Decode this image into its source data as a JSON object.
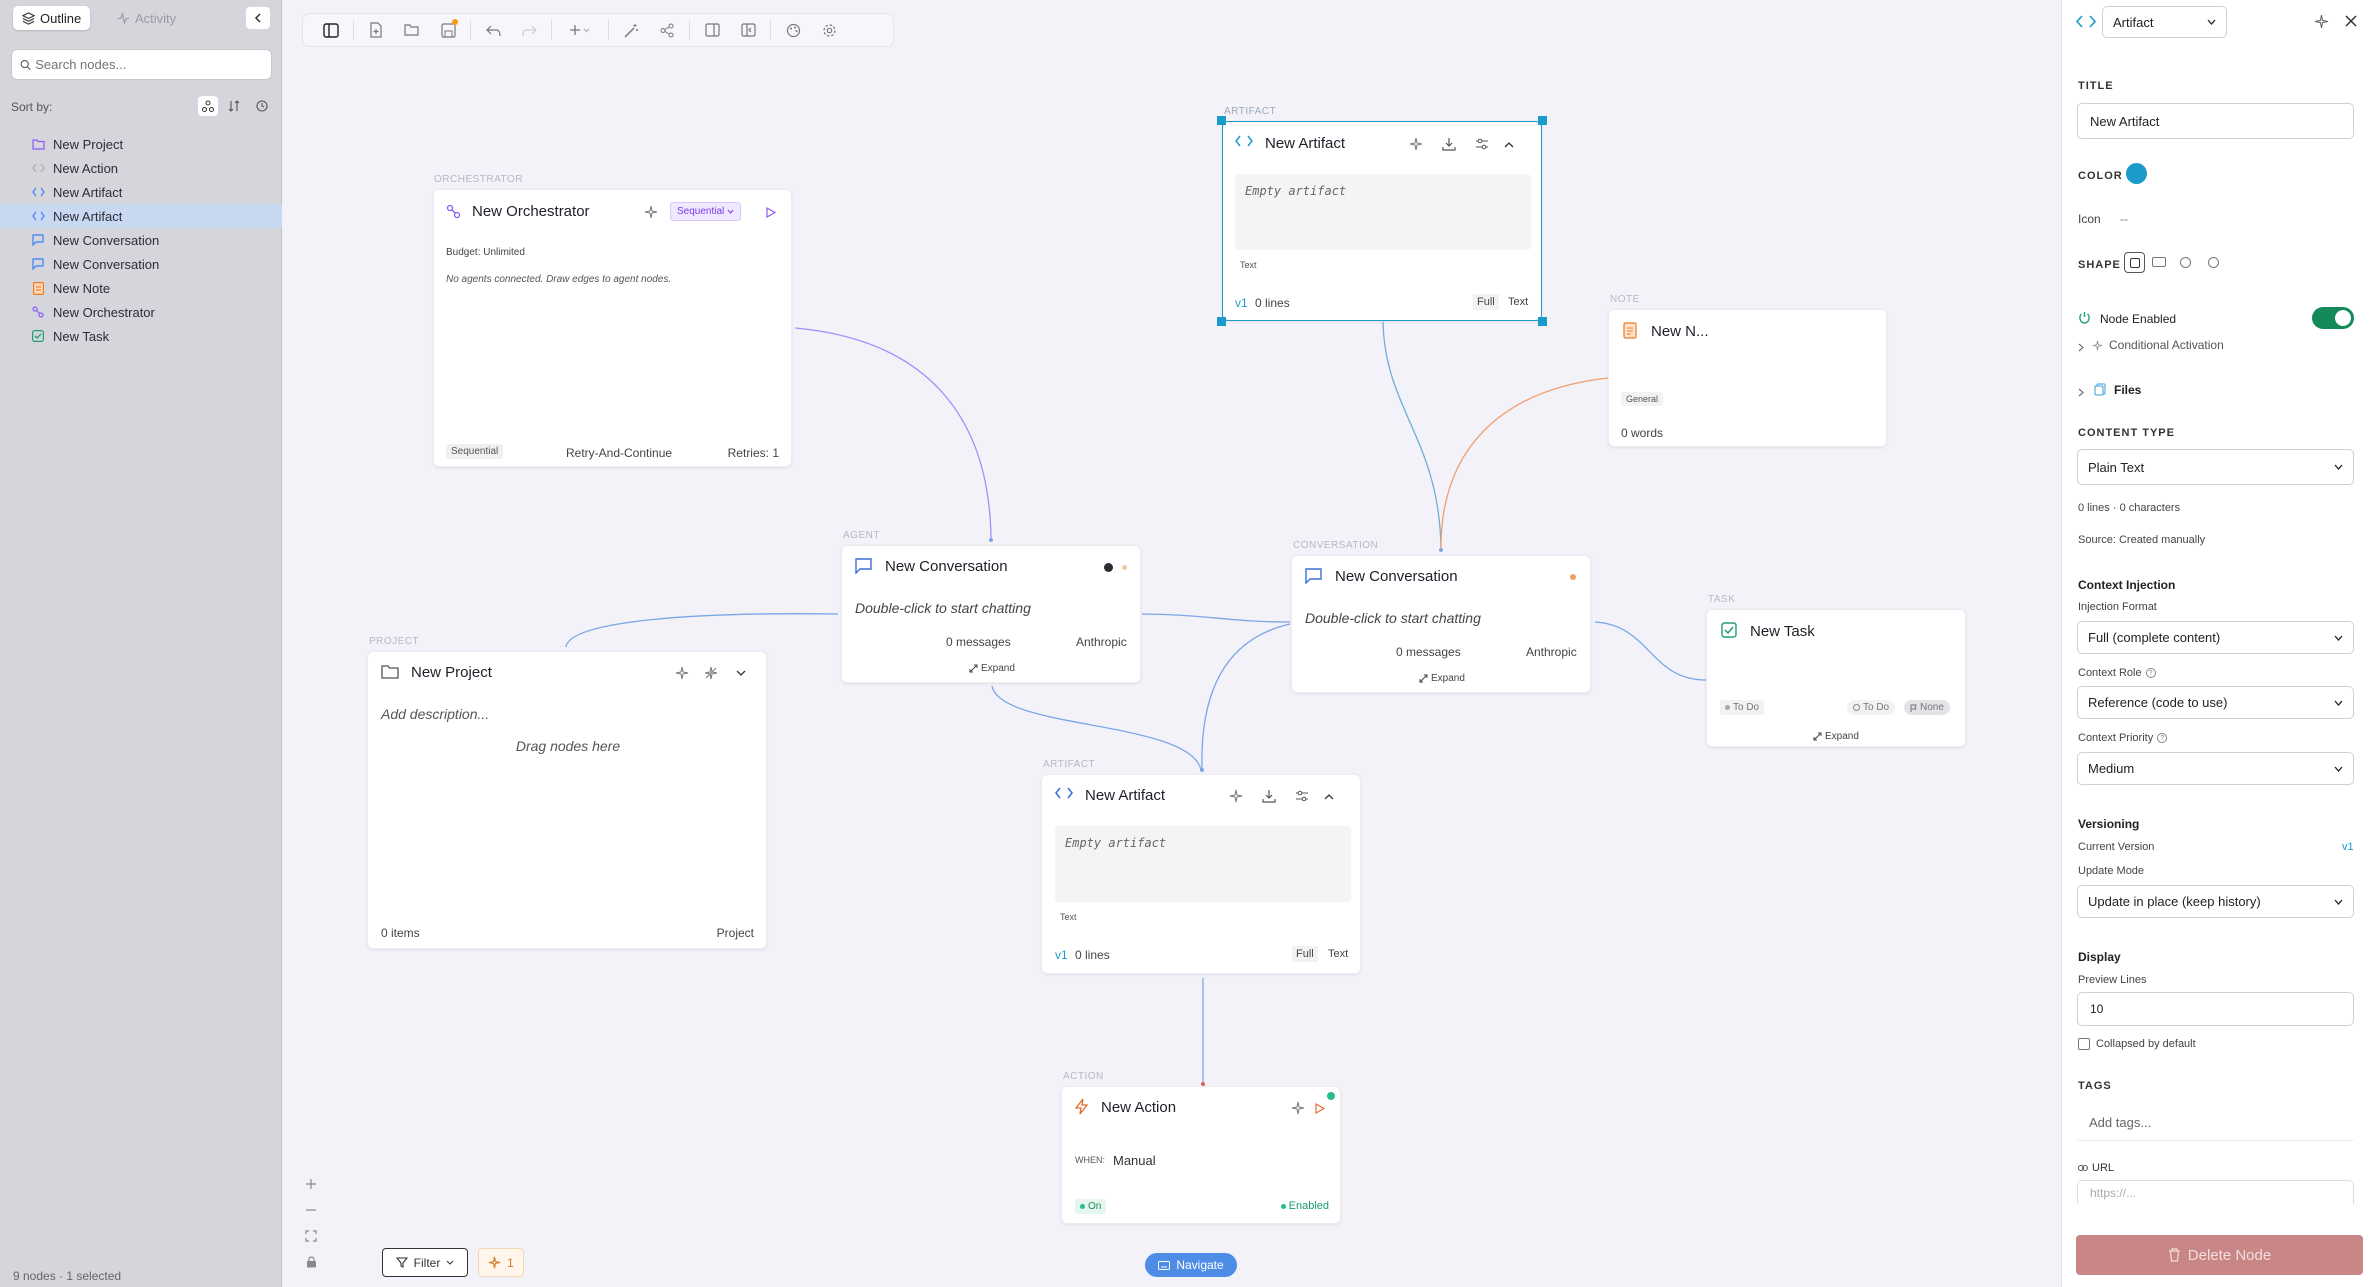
{
  "sidebar": {
    "tab_outline": "Outline",
    "tab_activity": "Activity",
    "search_placeholder": "Search nodes...",
    "sort_label": "Sort by:",
    "items": [
      {
        "label": "New Project",
        "icon": "folder-icon",
        "color": "#8b5cf6"
      },
      {
        "label": "New Action",
        "icon": "action-icon",
        "color": "#aaaaaa"
      },
      {
        "label": "New Artifact",
        "icon": "code-icon",
        "color": "#3b82f6"
      },
      {
        "label": "New Artifact",
        "icon": "code-icon",
        "color": "#3b82f6"
      },
      {
        "label": "New Conversation",
        "icon": "chat-icon",
        "color": "#3b82f6"
      },
      {
        "label": "New Conversation",
        "icon": "chat-icon",
        "color": "#3b82f6"
      },
      {
        "label": "New Note",
        "icon": "note-icon",
        "color": "#f97316"
      },
      {
        "label": "New Orchestrator",
        "icon": "orchestrator-icon",
        "color": "#8b5cf6"
      },
      {
        "label": "New Task",
        "icon": "task-icon",
        "color": "#22a06b"
      }
    ],
    "status": "9 nodes · 1 selected"
  },
  "canvas": {
    "orchestrator": {
      "label": "ORCHESTRATOR",
      "title": "New Orchestrator",
      "mode": "Sequential",
      "budget": "Budget: Unlimited",
      "empty_text": "No agents connected. Draw edges to agent nodes.",
      "footer_mode": "Sequential",
      "footer_policy": "Retry-And-Continue",
      "footer_retries": "Retries: 1"
    },
    "artifact_top": {
      "label": "ARTIFACT",
      "title": "New Artifact",
      "body": "Empty artifact",
      "tag": "Text",
      "version": "v1",
      "lines": "0 lines",
      "full": "Full",
      "text": "Text"
    },
    "note": {
      "label": "NOTE",
      "title": "New N...",
      "tag": "General",
      "words": "0 words"
    },
    "agent": {
      "label": "AGENT",
      "title": "New Conversation",
      "prompt": "Double-click to start chatting",
      "messages": "0 messages",
      "provider": "Anthropic",
      "expand": "Expand"
    },
    "conversation": {
      "label": "CONVERSATION",
      "title": "New Conversation",
      "prompt": "Double-click to start chatting",
      "messages": "0 messages",
      "provider": "Anthropic",
      "expand": "Expand"
    },
    "project": {
      "label": "PROJECT",
      "title": "New Project",
      "description": "Add description...",
      "drop_hint": "Drag nodes here",
      "items": "0 items",
      "kind": "Project"
    },
    "task": {
      "label": "TASK",
      "title": "New Task",
      "status": "To Do",
      "status2": "To Do",
      "priority": "None",
      "expand": "Expand"
    },
    "artifact_bottom": {
      "label": "ARTIFACT",
      "title": "New Artifact",
      "body": "Empty artifact",
      "tag": "Text",
      "version": "v1",
      "lines": "0 lines",
      "full": "Full",
      "text": "Text"
    },
    "action": {
      "label": "ACTION",
      "title": "New Action",
      "when_label": "WHEN:",
      "when_value": "Manual",
      "on": "On",
      "enabled": "Enabled"
    },
    "filter_label": "Filter",
    "ai_count": "1",
    "navigate_label": "Navigate"
  },
  "panel": {
    "type_select": "Artifact",
    "title_label": "TITLE",
    "title_value": "New Artifact",
    "color_label": "COLOR",
    "color_value": "#1a9bc9",
    "icon_label": "Icon",
    "icon_value": "--",
    "shape_label": "SHAPE",
    "node_enabled": "Node Enabled",
    "conditional": "Conditional Activation",
    "files": "Files",
    "content_type_label": "CONTENT TYPE",
    "content_type_value": "Plain Text",
    "stats": "0 lines · 0 characters",
    "source": "Source: Created manually",
    "context_injection": "Context Injection",
    "injection_format_label": "Injection Format",
    "injection_format_value": "Full (complete content)",
    "context_role_label": "Context Role",
    "context_role_value": "Reference (code to use)",
    "context_priority_label": "Context Priority",
    "context_priority_value": "Medium",
    "versioning": "Versioning",
    "current_version_label": "Current Version",
    "current_version_value": "v1",
    "update_mode_label": "Update Mode",
    "update_mode_value": "Update in place (keep history)",
    "display": "Display",
    "preview_lines_label": "Preview Lines",
    "preview_lines_value": "10",
    "collapsed_label": "Collapsed by default",
    "tags_label": "TAGS",
    "tags_placeholder": "Add tags...",
    "url_label": "URL",
    "url_placeholder": "https://...",
    "delete_label": "Delete Node"
  }
}
